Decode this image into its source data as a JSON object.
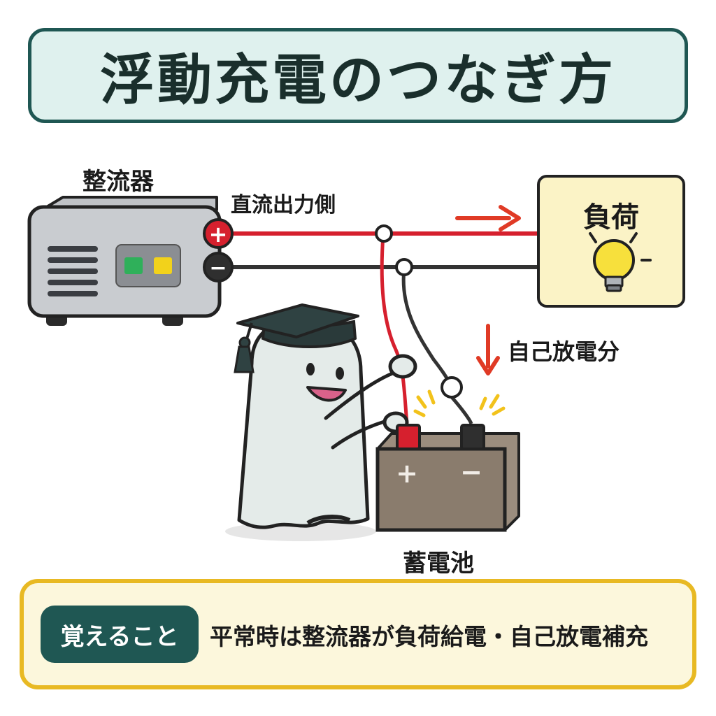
{
  "title": "浮動充電のつなぎ方",
  "labels": {
    "rectifier": "整流器",
    "dc_output": "直流出力側",
    "load": "負荷",
    "self_discharge": "自己放電分",
    "battery": "蓄電池"
  },
  "terminals": {
    "rectifier_plus": "+",
    "rectifier_minus": "−",
    "battery_plus": "+",
    "battery_minus": "−"
  },
  "summary": {
    "badge": "覚えること",
    "text": "平常時は整流器が負荷給電・自己放電補充"
  },
  "colors": {
    "positive_wire": "#d6202e",
    "negative_wire": "#333333",
    "arrow": "#e03a25",
    "title_border": "#1f5753",
    "title_bg": "#dff1ee",
    "summary_border": "#e8b923",
    "summary_bg": "#fcf7dc",
    "load_bg": "#fbf3c6",
    "battery_body": "#8a7c6d",
    "indicator_green": "#2fb05a",
    "indicator_yellow": "#f2d21b",
    "bulb": "#f7e03c"
  },
  "icons": {
    "rectifier": "rectifier-device-icon",
    "load": "lightbulb-icon",
    "battery": "battery-icon",
    "mascot": "ghost-graduate-icon",
    "flow_arrow": "arrow-right-icon",
    "discharge_arrow": "arrow-down-icon",
    "spark": "spark-icon"
  }
}
